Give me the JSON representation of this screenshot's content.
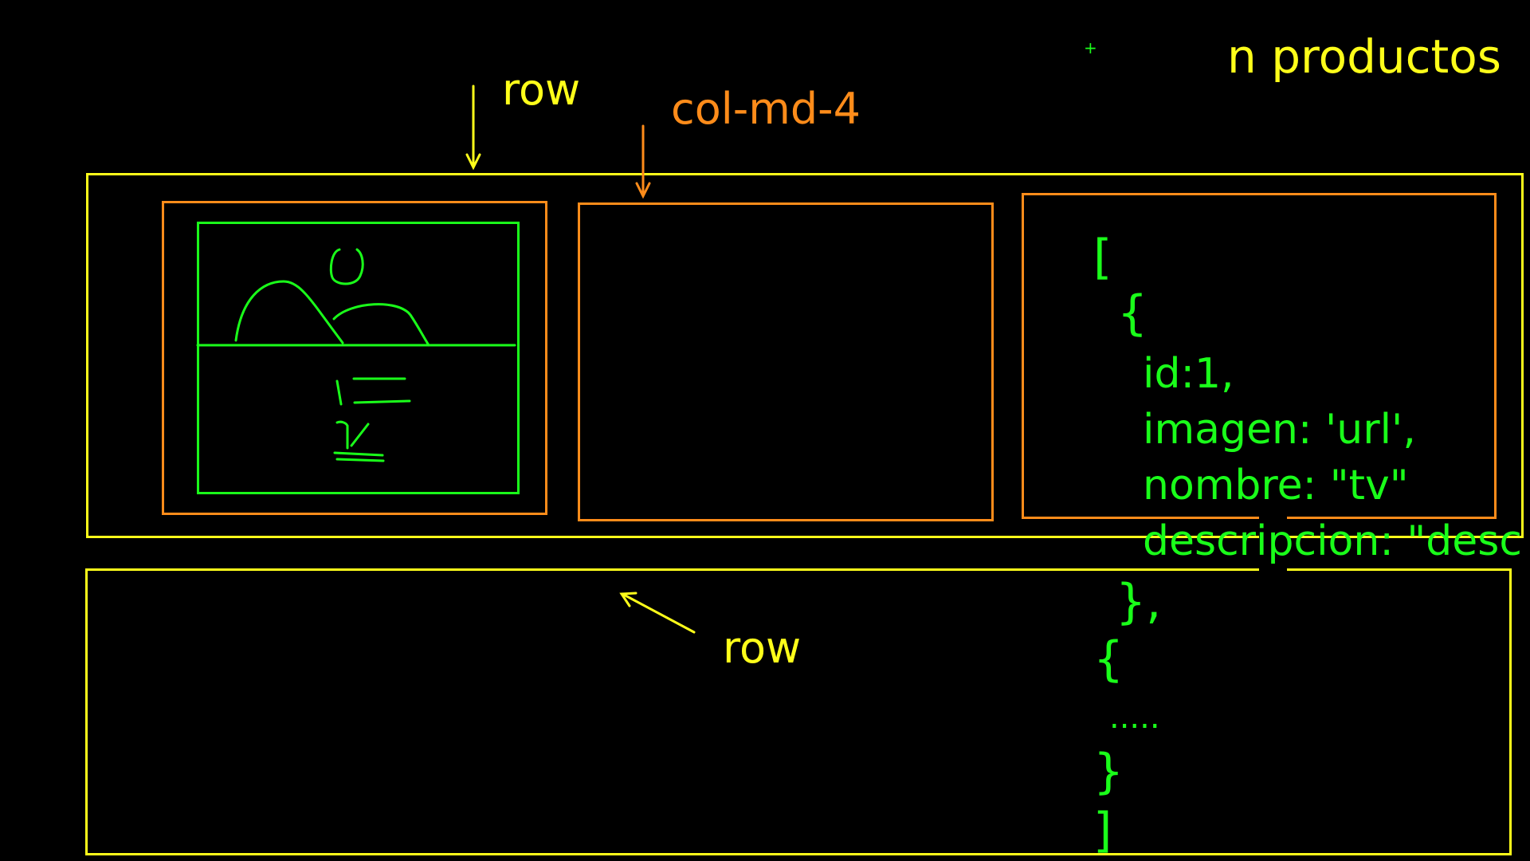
{
  "colors": {
    "background": "#000000",
    "row": "#ffff1a",
    "column": "#ff8c1a",
    "card": "#1aff1a"
  },
  "labels": {
    "plus": "+",
    "n_productos": "n productos",
    "row_top": "row",
    "col_md_4": "col-md-4",
    "row_bottom": "row"
  },
  "code": {
    "open_bracket": "[",
    "open_brace": "{",
    "id": "id:1,",
    "imagen": "imagen: 'url',",
    "nombre": "nombre: \"tv\"",
    "descripcion": "descripcion: \"desc",
    "close_brace_comma": "},",
    "open_brace_2": "{",
    "ellipsis": ".....",
    "close_brace": "}",
    "close_bracket": "]"
  }
}
